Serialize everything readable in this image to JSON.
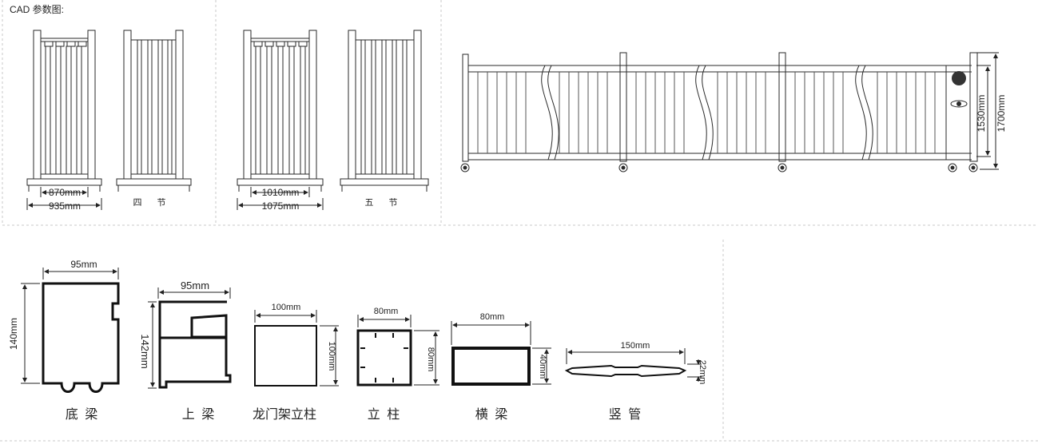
{
  "header": {
    "title": "CAD 参数图:"
  },
  "gate_front_views": {
    "four_section": {
      "caption": "四 节",
      "inner_width": "870mm",
      "outer_width": "935mm"
    },
    "five_section": {
      "caption": "五 节",
      "inner_width": "1010mm",
      "outer_width": "1075mm"
    }
  },
  "gate_side_view": {
    "inner_height": "1530mm",
    "outer_height": "1700mm"
  },
  "profiles": [
    {
      "name": "底 梁",
      "width": "95mm",
      "height": "140mm"
    },
    {
      "name": "上 梁",
      "width": "95mm",
      "height": "142mm"
    },
    {
      "name": "龙门架立柱",
      "width": "100mm",
      "height": "100mm"
    },
    {
      "name": "立 柱",
      "width": "80mm",
      "height": "80mm"
    },
    {
      "name": "横 梁",
      "width": "80mm",
      "height": "40mm"
    },
    {
      "name": "竖 管",
      "width": "150mm",
      "height": "22mm"
    }
  ],
  "colors": {
    "line": "#2a2a2a",
    "dash": "#b0b0b0",
    "profile_stroke": "#111111"
  }
}
